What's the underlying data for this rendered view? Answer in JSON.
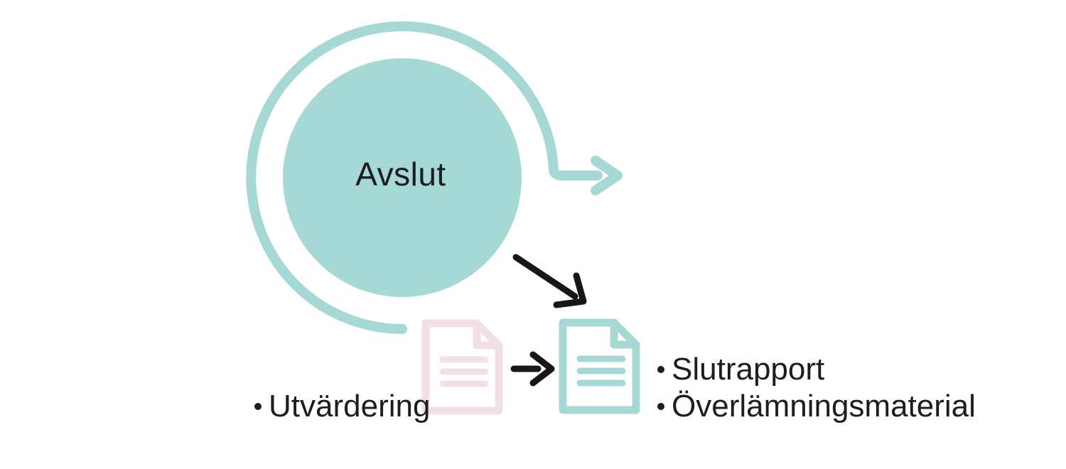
{
  "colors": {
    "teal": "#a6d8d5",
    "pink": "#f2e0e8",
    "ink": "#1d1d20",
    "arrow": "#171717",
    "surface": "#ffffff"
  },
  "diagram": {
    "cycle": {
      "label": "Avslut"
    },
    "outputs": {
      "left_item": {
        "label": "Utvärdering"
      },
      "right_items": [
        {
          "label": "Slutrapport"
        },
        {
          "label": "Överlämningsmaterial"
        }
      ]
    },
    "icons": {
      "draft_document": "pink-document-icon",
      "final_document": "teal-document-icon",
      "cycle_exit": "teal-loop-arrow-icon",
      "to_outputs": "black-diagonal-arrow-icon",
      "transform": "black-right-arrow-icon"
    }
  }
}
